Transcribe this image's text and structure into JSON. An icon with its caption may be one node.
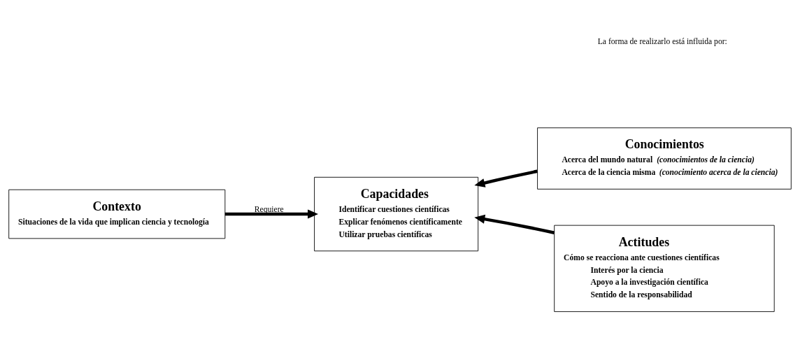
{
  "diagram": {
    "nodes": [
      {
        "text": [
          "Contexto",
          "Situaciones de la vida que implican ciencia y tecnología"
        ]
      },
      {
        "text": [
          "Capacidades",
          "Identificar cuestiones científicas",
          "Explicar fenómenos científicamente",
          "Utilizar pruebas científicas"
        ]
      },
      {
        "text": [
          "Conocimientos",
          "Acerca del mundo natural *(conocimientos de la ciencia)*",
          "Acerca de la ciencia misma *(conocimiento acerca de la ciencia)*"
        ]
      },
      {
        "text": [
          "Actitudes",
          "Cómo se reacciona ante cuestiones científicas",
          "Interés por la ciencia",
          "Apoyo a la investigación científica",
          "Sentido de la responsabilidad"
        ]
      }
    ],
    "edges": [
      {
        "from": 0,
        "to": 1,
        "arrow": "to",
        "label": "Requiere"
      },
      {
        "from": 2,
        "to": 1,
        "arrow": "to"
      },
      {
        "from": 3,
        "to": 1,
        "arrow": "to"
      }
    ],
    "labels": [
      "La forma de realizarlo está influida por:"
    ]
  }
}
